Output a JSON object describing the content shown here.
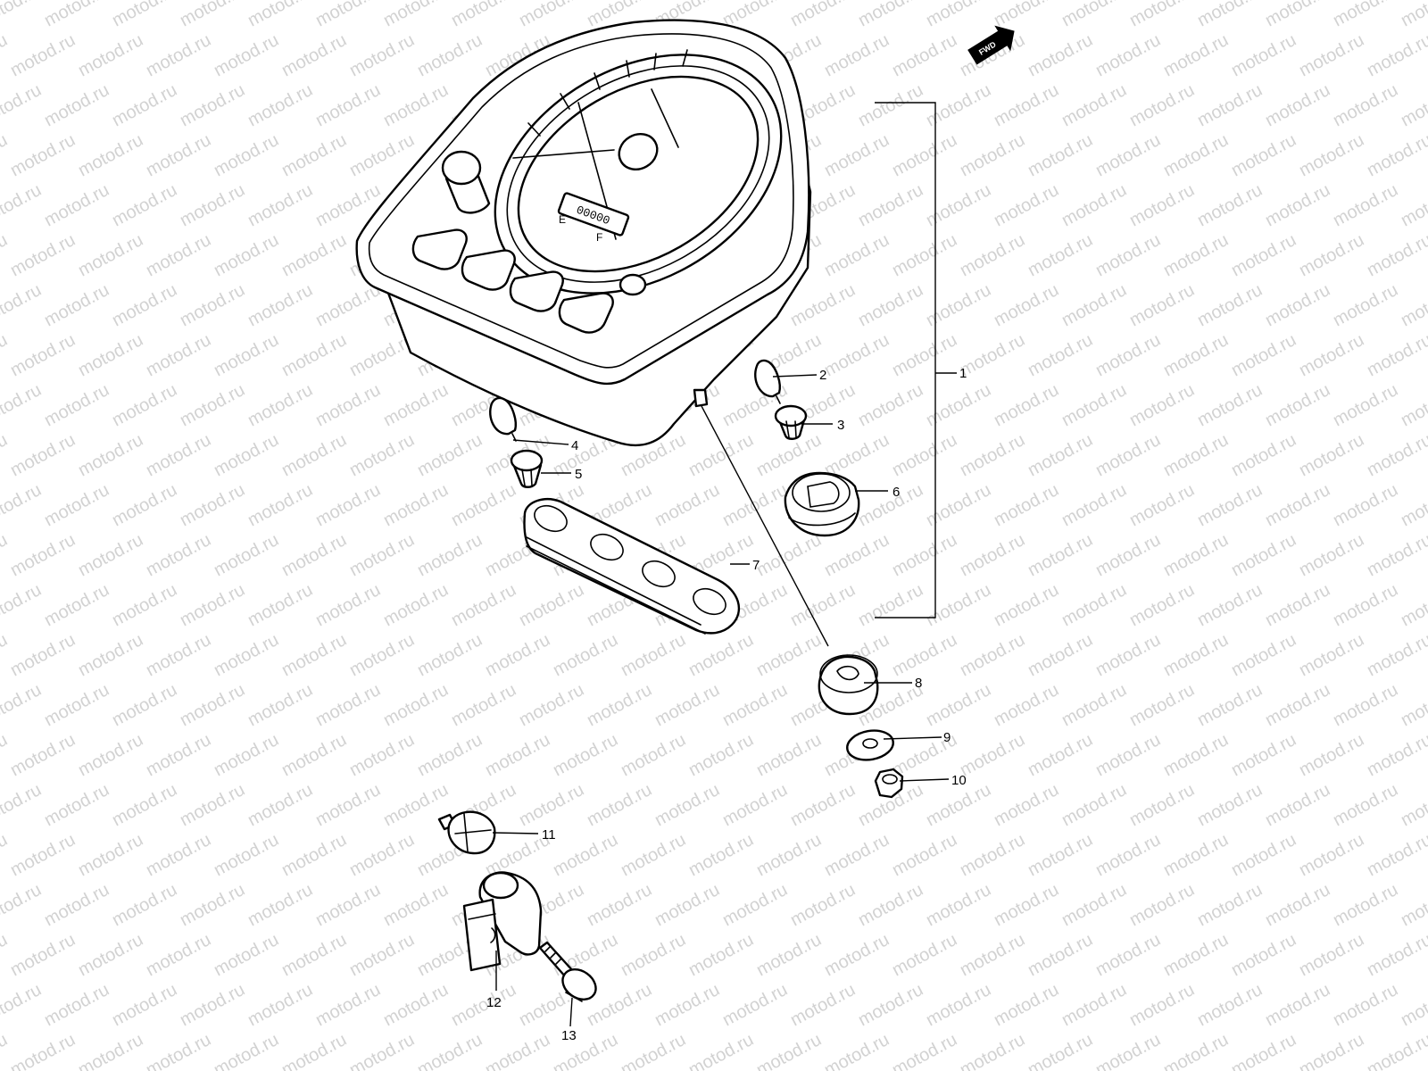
{
  "watermark": {
    "text": "motod.ru"
  },
  "direction_badge": {
    "label": "FWD",
    "icon": "forward-arrow-icon"
  },
  "gauge": {
    "empty_letter": "E",
    "full_letter": "F",
    "odometer": "00000"
  },
  "callouts": [
    {
      "id": "1",
      "label": "1"
    },
    {
      "id": "2",
      "label": "2"
    },
    {
      "id": "3",
      "label": "3"
    },
    {
      "id": "4",
      "label": "4"
    },
    {
      "id": "5",
      "label": "5"
    },
    {
      "id": "6",
      "label": "6"
    },
    {
      "id": "7",
      "label": "7"
    },
    {
      "id": "8",
      "label": "8"
    },
    {
      "id": "9",
      "label": "9"
    },
    {
      "id": "10",
      "label": "10"
    },
    {
      "id": "11",
      "label": "11"
    },
    {
      "id": "12",
      "label": "12"
    },
    {
      "id": "13",
      "label": "13"
    }
  ],
  "colors": {
    "line": "#000000",
    "background": "#ffffff",
    "watermark": "#d2d2d2"
  }
}
